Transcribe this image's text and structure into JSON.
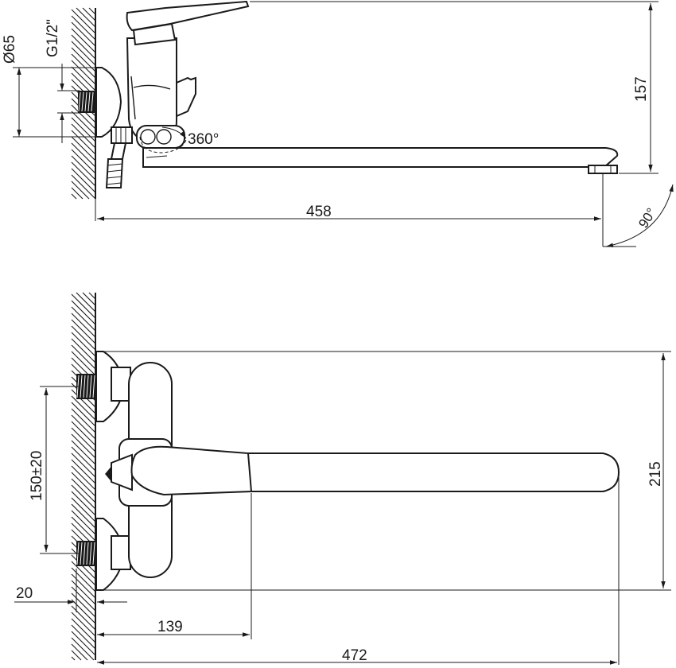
{
  "dimensions": {
    "diameter_flange": "Ø65",
    "thread_size": "G1/2\"",
    "rotation": "360°",
    "height_top": "157",
    "spout_length_top": "458",
    "swivel_angle": "90°",
    "inlet_spacing": "150±20",
    "overall_height": "215",
    "wall_offset": "20",
    "handle_reach": "139",
    "overall_length": "472"
  },
  "colors": {
    "line": "#1a1a1a",
    "background": "#ffffff"
  }
}
